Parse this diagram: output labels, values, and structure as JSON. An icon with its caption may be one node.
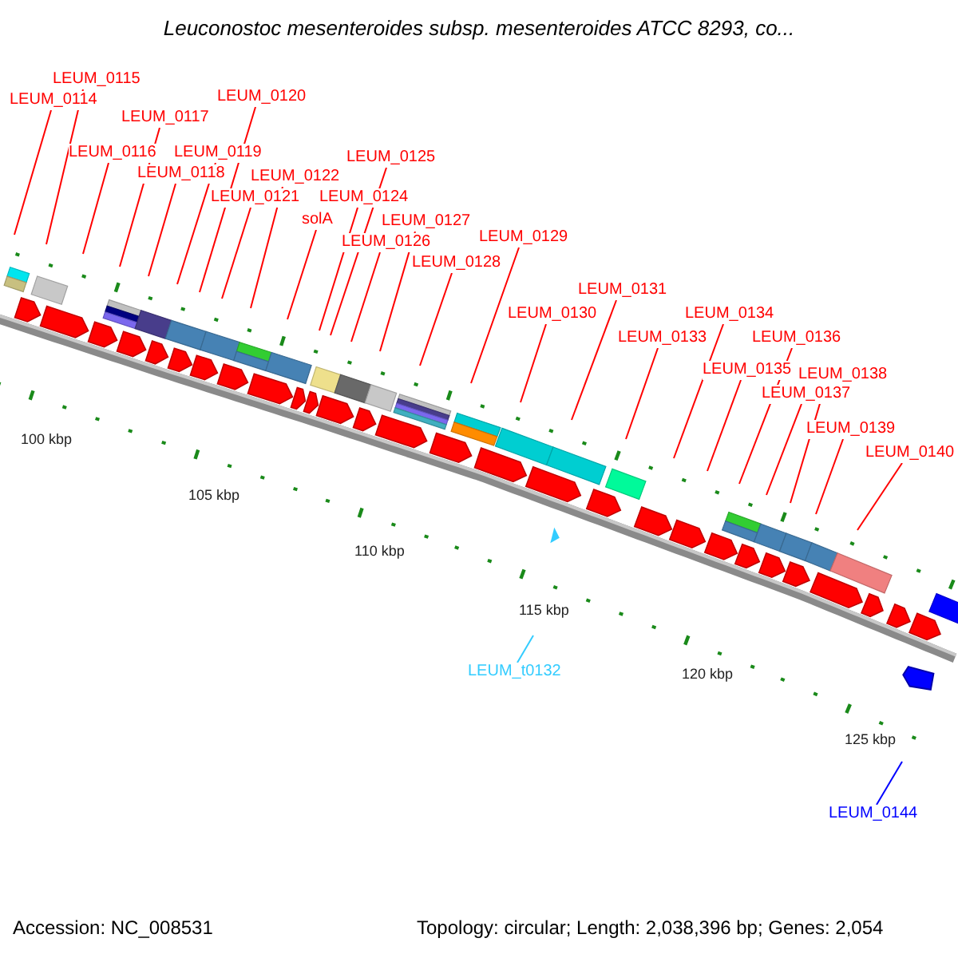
{
  "diagram": {
    "title": "Leuconostoc mesenteroides subsp. mesenteroides ATCC 8293, co...",
    "nodes": [
      {
        "text": [
          "LEUM_0114"
        ]
      },
      {
        "text": [
          "LEUM_0115"
        ]
      },
      {
        "text": [
          "LEUM_0116"
        ]
      },
      {
        "text": [
          "LEUM_0117"
        ]
      },
      {
        "text": [
          "LEUM_0118"
        ]
      },
      {
        "text": [
          "LEUM_0119"
        ]
      },
      {
        "text": [
          "LEUM_0120"
        ]
      },
      {
        "text": [
          "LEUM_0121"
        ]
      },
      {
        "text": [
          "LEUM_0122"
        ]
      },
      {
        "text": [
          "solA"
        ]
      },
      {
        "text": [
          "LEUM_0124"
        ]
      },
      {
        "text": [
          "LEUM_0125"
        ]
      },
      {
        "text": [
          "LEUM_0126"
        ]
      },
      {
        "text": [
          "LEUM_0127"
        ]
      },
      {
        "text": [
          "LEUM_0128"
        ]
      },
      {
        "text": [
          "LEUM_0129"
        ]
      },
      {
        "text": [
          "LEUM_0130"
        ]
      },
      {
        "text": [
          "LEUM_0131"
        ]
      },
      {
        "text": [
          "LEUM_t0132"
        ]
      },
      {
        "text": [
          "LEUM_0133"
        ]
      },
      {
        "text": [
          "LEUM_0134"
        ]
      },
      {
        "text": [
          "LEUM_0135"
        ]
      },
      {
        "text": [
          "LEUM_0136"
        ]
      },
      {
        "text": [
          "LEUM_0137"
        ]
      },
      {
        "text": [
          "LEUM_0138"
        ]
      },
      {
        "text": [
          "LEUM_0139"
        ]
      },
      {
        "text": [
          "LEUM_0140"
        ]
      },
      {
        "text": [
          "LEUM_0144"
        ]
      }
    ],
    "edges": [
      {
        "from": 0,
        "to": null,
        "arrow": "none"
      },
      {
        "from": 1,
        "to": null,
        "arrow": "none"
      },
      {
        "from": 2,
        "to": null,
        "arrow": "none"
      },
      {
        "from": 3,
        "to": null,
        "arrow": "none"
      },
      {
        "from": 4,
        "to": null,
        "arrow": "none"
      },
      {
        "from": 5,
        "to": null,
        "arrow": "none"
      },
      {
        "from": 6,
        "to": null,
        "arrow": "none"
      },
      {
        "from": 7,
        "to": null,
        "arrow": "none"
      },
      {
        "from": 8,
        "to": null,
        "arrow": "none"
      },
      {
        "from": 9,
        "to": null,
        "arrow": "none"
      },
      {
        "from": 10,
        "to": null,
        "arrow": "none"
      },
      {
        "from": 11,
        "to": null,
        "arrow": "none"
      },
      {
        "from": 12,
        "to": null,
        "arrow": "none"
      },
      {
        "from": 13,
        "to": null,
        "arrow": "none"
      },
      {
        "from": 14,
        "to": null,
        "arrow": "none"
      },
      {
        "from": 15,
        "to": null,
        "arrow": "none"
      },
      {
        "from": 16,
        "to": null,
        "arrow": "none"
      },
      {
        "from": 17,
        "to": null,
        "arrow": "none"
      },
      {
        "from": 18,
        "to": null,
        "arrow": "none",
        "color": "#33ccff"
      },
      {
        "from": 19,
        "to": null,
        "arrow": "none"
      },
      {
        "from": 20,
        "to": null,
        "arrow": "none"
      },
      {
        "from": 21,
        "to": null,
        "arrow": "none"
      },
      {
        "from": 22,
        "to": null,
        "arrow": "none"
      },
      {
        "from": 23,
        "to": null,
        "arrow": "none"
      },
      {
        "from": 24,
        "to": null,
        "arrow": "none"
      },
      {
        "from": 25,
        "to": null,
        "arrow": "none"
      },
      {
        "from": 26,
        "to": null,
        "arrow": "none"
      },
      {
        "from": 27,
        "to": null,
        "arrow": "none",
        "color": "#0000ff"
      }
    ],
    "labels": [
      "100 kbp",
      "105 kbp",
      "110 kbp",
      "115 kbp",
      "120 kbp",
      "125 kbp",
      "Accession: NC_008531",
      "Topology: circular; Length: 2,038,396 bp; Genes: 2,054"
    ]
  }
}
